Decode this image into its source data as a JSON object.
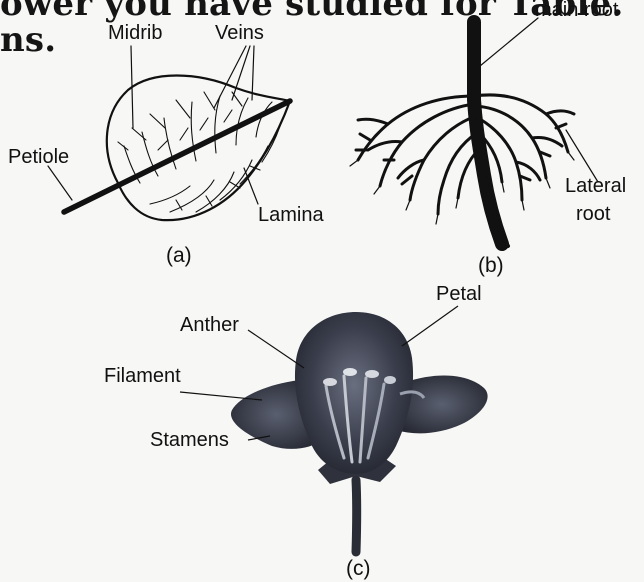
{
  "header": {
    "line1": "ower you have studied for Table.",
    "line2": "ns."
  },
  "leaf": {
    "caption": "(a)",
    "labels": {
      "midrib": "Midrib",
      "veins": "Veins",
      "petiole": "Petiole",
      "lamina": "Lamina"
    }
  },
  "root": {
    "caption": "(b)",
    "labels": {
      "main_root": "main root",
      "lateral_line1": "Lateral",
      "lateral_line2": "root"
    }
  },
  "flower": {
    "caption": "(c)",
    "labels": {
      "petal": "Petal",
      "anther": "Anther",
      "filament": "Filament",
      "stamens": "Stamens"
    }
  },
  "colors": {
    "ink": "#111111",
    "flower_dark": "#2e3240",
    "flower_mid": "#4b5061",
    "flower_light": "#9aa0ad"
  }
}
